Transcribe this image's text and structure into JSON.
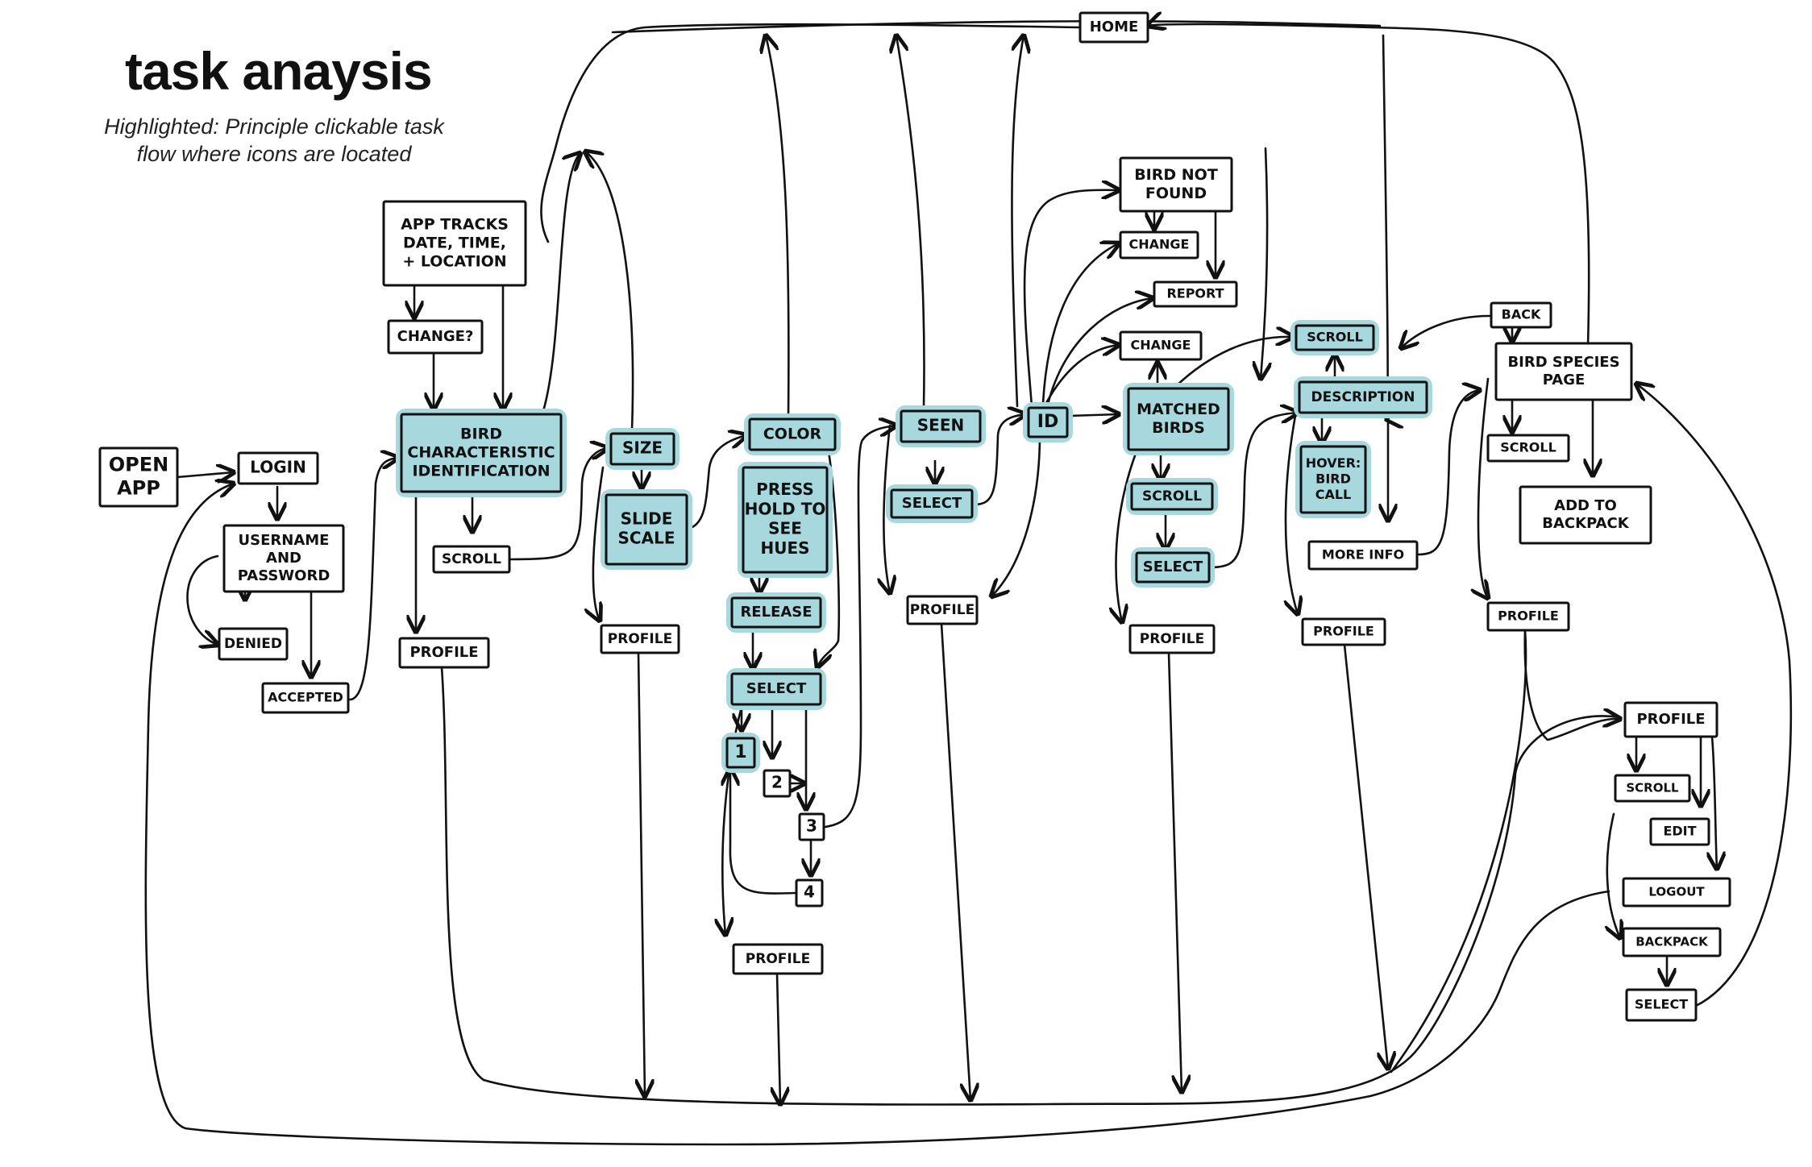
{
  "title": "task anaysis",
  "subtitle": "Highlighted: Principle clickable task flow where icons are located",
  "colors": {
    "highlight": "#a7d8de",
    "ink": "#111111",
    "background": "#ffffff"
  },
  "nodes": {
    "home": "HOME",
    "open_app": [
      "OPEN",
      "APP"
    ],
    "login": "LOGIN",
    "username_password": [
      "USERNAME",
      "AND",
      "PASSWORD"
    ],
    "denied": "DENIED",
    "accepted": "ACCEPTED",
    "app_tracks": [
      "APP TRACKS",
      "DATE, TIME,",
      "+ LOCATION"
    ],
    "change_q": "CHANGE?",
    "bird_char_id": [
      "BIRD",
      "CHARACTERISTIC",
      "IDENTIFICATION"
    ],
    "scroll_1": "SCROLL",
    "profile_1": "PROFILE",
    "size": "SIZE",
    "slide_scale": [
      "SLIDE",
      "SCALE"
    ],
    "profile_2": "PROFILE",
    "color": "COLOR",
    "press_hold": [
      "PRESS",
      "HOLD TO",
      "SEE",
      "HUES"
    ],
    "release": "RELEASE",
    "select_color": "SELECT",
    "opt_1": "1",
    "opt_2": "2",
    "opt_3": "3",
    "opt_4": "4",
    "profile_3": "PROFILE",
    "seen": "SEEN",
    "select_seen": "SELECT",
    "profile_4": "PROFILE",
    "id": "ID",
    "bird_not_found": [
      "BIRD NOT",
      "FOUND"
    ],
    "change_1": "CHANGE",
    "report": "REPORT",
    "change_2": "CHANGE",
    "matched_birds": [
      "MATCHED",
      "BIRDS"
    ],
    "scroll_matched": "SCROLL",
    "select_matched": "SELECT",
    "profile_5": "PROFILE",
    "scroll_desc": "SCROLL",
    "description": "DESCRIPTION",
    "hover_bird_call": [
      "HOVER:",
      "BIRD",
      "CALL"
    ],
    "more_info": "MORE INFO",
    "profile_6": "PROFILE",
    "back": "BACK",
    "bird_species_page": [
      "BIRD SPECIES",
      "PAGE"
    ],
    "scroll_species": "SCROLL",
    "add_to_backpack": [
      "ADD TO",
      "BACKPACK"
    ],
    "profile_7": "PROFILE",
    "profile_main": "PROFILE",
    "scroll_profile": "SCROLL",
    "edit": "EDIT",
    "logout": "LOGOUT",
    "backpack": "BACKPACK",
    "select_backpack": "SELECT"
  }
}
